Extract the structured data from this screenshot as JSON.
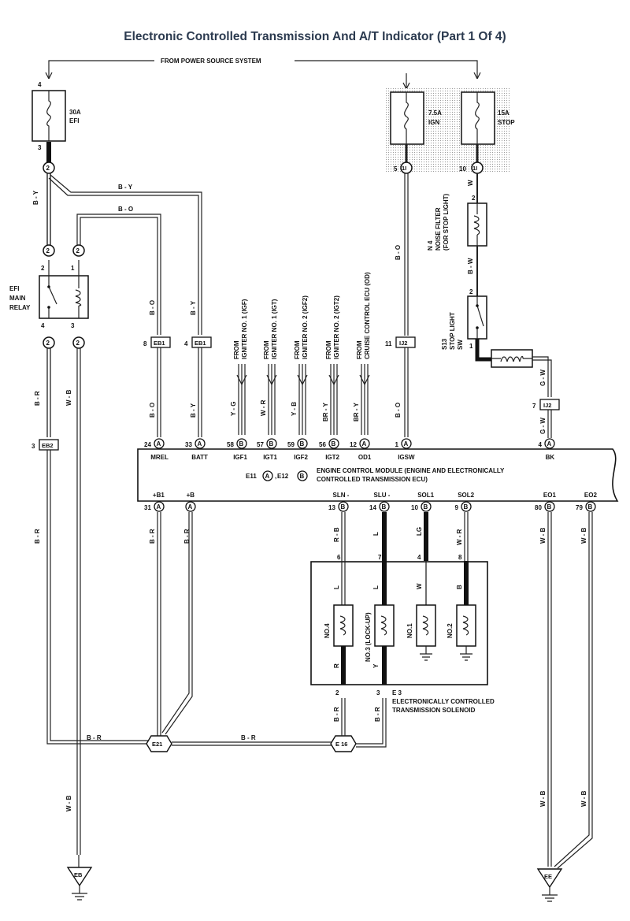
{
  "title": "Electronic Controlled Transmission And A/T Indicator (Part 1 Of 4)",
  "labels": {
    "power_source": "FROM POWER SOURCE SYSTEM",
    "fuse_efi_rating": "30A",
    "fuse_efi_name": "EFI",
    "fuse_ign_rating": "7.5A",
    "fuse_ign_name": "IGN",
    "fuse_stop_rating": "15A",
    "fuse_stop_name": "STOP",
    "efi_relay_1": "EFI",
    "efi_relay_2": "MAIN",
    "efi_relay_3": "RELAY",
    "noise_filter_1": "N 4",
    "noise_filter_2": "NOISE FILTER",
    "noise_filter_3": "(FOR STOP LIGHT)",
    "stop_sw_1": "S13",
    "stop_sw_2": "STOP LIGHT",
    "stop_sw_3": "SW",
    "ecu_1": "ENGINE CONTROL MODULE (ENGINE AND ELECTRONICALLY",
    "ecu_2": "CONTROLLED TRANSMISSION ECU)",
    "ecu_conn_a": "E11",
    "ecu_conn_b": "E12",
    "solenoid_1": "E 3",
    "solenoid_2": "ELECTRONICALLY CONTROLLED",
    "solenoid_3": "TRANSMISSION SOLENOID",
    "igniter_from": "FROM",
    "igf": "IGNITER NO. 1 (IGF)",
    "igt": "IGNITER NO. 1 (IGT)",
    "igf2": "IGNITER NO. 2 (IGF2)",
    "igt2": "IGNITER NO. 2 (IGT2)",
    "cruise": "CRUISE CONTROL ECU (OD)"
  },
  "ecu_top_pins": [
    {
      "num": "24",
      "conn": "A",
      "name": "MREL"
    },
    {
      "num": "33",
      "conn": "A",
      "name": "BATT"
    },
    {
      "num": "58",
      "conn": "B",
      "name": "IGF1"
    },
    {
      "num": "57",
      "conn": "B",
      "name": "IGT1"
    },
    {
      "num": "59",
      "conn": "B",
      "name": "IGF2"
    },
    {
      "num": "56",
      "conn": "B",
      "name": "IGT2"
    },
    {
      "num": "12",
      "conn": "A",
      "name": "OD1"
    },
    {
      "num": "1",
      "conn": "A",
      "name": "IGSW"
    },
    {
      "num": "4",
      "conn": "A",
      "name": "BK"
    }
  ],
  "ecu_bottom_pins": [
    {
      "num": "31",
      "conn": "A",
      "name": "+B1"
    },
    {
      "num": "",
      "conn": "A",
      "name": "+B"
    },
    {
      "num": "13",
      "conn": "B",
      "name": "SLN -"
    },
    {
      "num": "14",
      "conn": "B",
      "name": "SLU -"
    },
    {
      "num": "10",
      "conn": "B",
      "name": "SOL1"
    },
    {
      "num": "9",
      "conn": "B",
      "name": "SOL2"
    },
    {
      "num": "80",
      "conn": "B",
      "name": "EO1"
    },
    {
      "num": "79",
      "conn": "B",
      "name": "EO2"
    }
  ],
  "solenoids": [
    "NO.4",
    "NO.3 (LOCK-UP)",
    "NO.1",
    "NO.2"
  ],
  "wires": {
    "by": "B - Y",
    "bo": "B - O",
    "br": "B - R",
    "wb": "W - B",
    "yg": "Y - G",
    "wr": "W - R",
    "yb": "Y - B",
    "bry": "BR - Y",
    "bw": "B - W",
    "gw": "G - W",
    "w": "W",
    "rb": "R - B",
    "l": "L",
    "lg": "LG",
    "b": "B",
    "r": "R",
    "y": "Y"
  },
  "connectors": {
    "eb1": "EB1",
    "eb2": "EB2",
    "ij2": "IJ2",
    "e21": "E21",
    "e16": "E 16",
    "eb": "EB",
    "ee": "EE",
    "c1i": "1I",
    "c2": "2"
  },
  "pins": {
    "p4": "4",
    "p3": "3",
    "p2": "2",
    "p1": "1",
    "p5": "5",
    "p10": "10",
    "p8": "8",
    "p11": "11",
    "p7": "7",
    "p6": "6"
  }
}
